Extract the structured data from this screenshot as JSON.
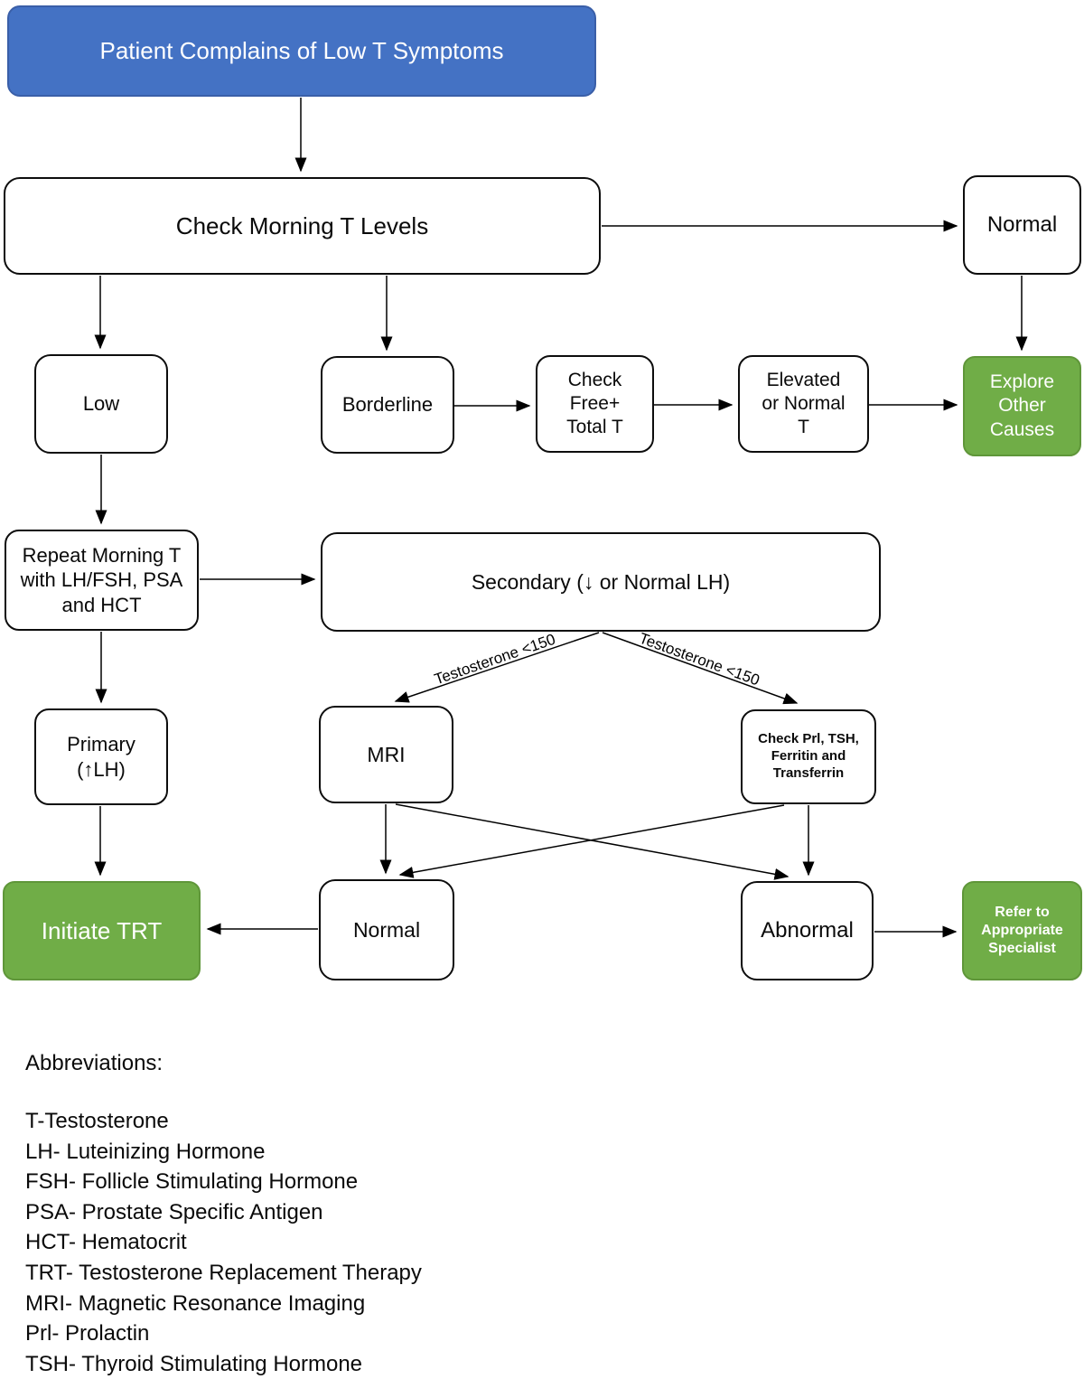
{
  "colors": {
    "blue": "#4472C4",
    "blue-border": "#3A5FA8",
    "green": "#70AD47",
    "green-border": "#5F9639",
    "line": "#000000"
  },
  "nodes": {
    "patient": {
      "label": "Patient Complains of Low T Symptoms"
    },
    "check_morning": {
      "label": "Check Morning T Levels"
    },
    "normal_top": {
      "label": "Normal"
    },
    "low": {
      "label": "Low"
    },
    "borderline": {
      "label": "Borderline"
    },
    "check_free_total": {
      "lines": [
        "Check",
        "Free+",
        "Total T"
      ]
    },
    "elevated_or_normal": {
      "lines": [
        "Elevated",
        "or Normal",
        "T"
      ]
    },
    "explore_other_causes": {
      "lines": [
        "Explore",
        "Other",
        "Causes"
      ]
    },
    "repeat_morning": {
      "lines": [
        "Repeat Morning T",
        "with LH/FSH, PSA",
        "and HCT"
      ]
    },
    "secondary": {
      "label": "Secondary (↓ or Normal LH)"
    },
    "primary": {
      "lines": [
        "Primary",
        "(↑LH)"
      ]
    },
    "mri": {
      "label": "MRI"
    },
    "check_prl": {
      "lines": [
        "Check Prl, TSH,",
        "Ferritin and",
        "Transferrin"
      ]
    },
    "initiate_trt": {
      "label": "Initiate TRT"
    },
    "normal_bottom": {
      "label": "Normal"
    },
    "abnormal": {
      "label": "Abnormal"
    },
    "refer_specialist": {
      "lines": [
        "Refer to",
        "Appropriate",
        "Specialist"
      ]
    }
  },
  "edge_labels": {
    "secondary_to_mri": "Testosterone <150",
    "secondary_to_check_prl": "Testosterone <150"
  },
  "abbreviations": {
    "title": "Abbreviations:",
    "items": [
      "T-Testosterone",
      "LH- Luteinizing Hormone",
      "FSH- Follicle Stimulating Hormone",
      "PSA- Prostate Specific Antigen",
      "HCT- Hematocrit",
      "TRT- Testosterone Replacement Therapy",
      "MRI- Magnetic Resonance Imaging",
      "Prl- Prolactin",
      "TSH- Thyroid Stimulating Hormone"
    ]
  }
}
